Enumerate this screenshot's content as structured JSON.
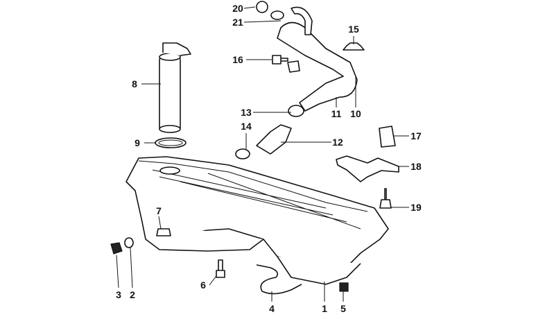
{
  "diagram": {
    "title": "Fuel tank parts diagram",
    "labels": {
      "p1": "1",
      "p2": "2",
      "p3": "3",
      "p4": "4",
      "p5": "5",
      "p6": "6",
      "p7": "7",
      "p8": "8",
      "p9": "9",
      "p10": "10",
      "p11": "11",
      "p12": "12",
      "p13": "13",
      "p14": "14",
      "p15": "15",
      "p16": "16",
      "p17": "17",
      "p18": "18",
      "p19": "19",
      "p20": "20",
      "p21": "21"
    }
  }
}
